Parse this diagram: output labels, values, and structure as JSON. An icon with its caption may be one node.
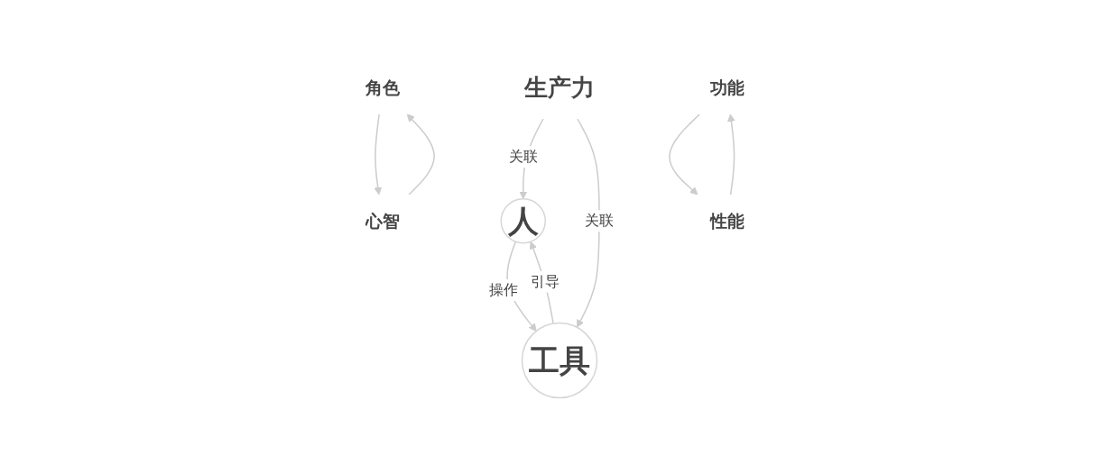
{
  "diagram": {
    "nodes": [
      {
        "text": [
          "生产力"
        ]
      },
      {
        "text": [
          "角色"
        ]
      },
      {
        "text": [
          "人"
        ]
      },
      {
        "text": [
          "心智"
        ]
      },
      {
        "text": [
          "功能"
        ]
      },
      {
        "text": [
          "工具"
        ]
      },
      {
        "text": [
          "性能"
        ]
      }
    ],
    "edges": [
      {
        "from": 0,
        "to": 2,
        "arrow": "to",
        "label": "关联"
      },
      {
        "from": 0,
        "to": 5,
        "arrow": "to",
        "label": "关联"
      },
      {
        "from": 2,
        "to": 5,
        "arrow": "to",
        "label": "操作"
      },
      {
        "from": 5,
        "to": 2,
        "arrow": "to",
        "label": "引导"
      },
      {
        "from": 1,
        "to": 3,
        "arrow": "to"
      },
      {
        "from": 3,
        "to": 1,
        "arrow": "to"
      },
      {
        "from": 4,
        "to": 6,
        "arrow": "to"
      },
      {
        "from": 6,
        "to": 4,
        "arrow": "to"
      }
    ]
  }
}
